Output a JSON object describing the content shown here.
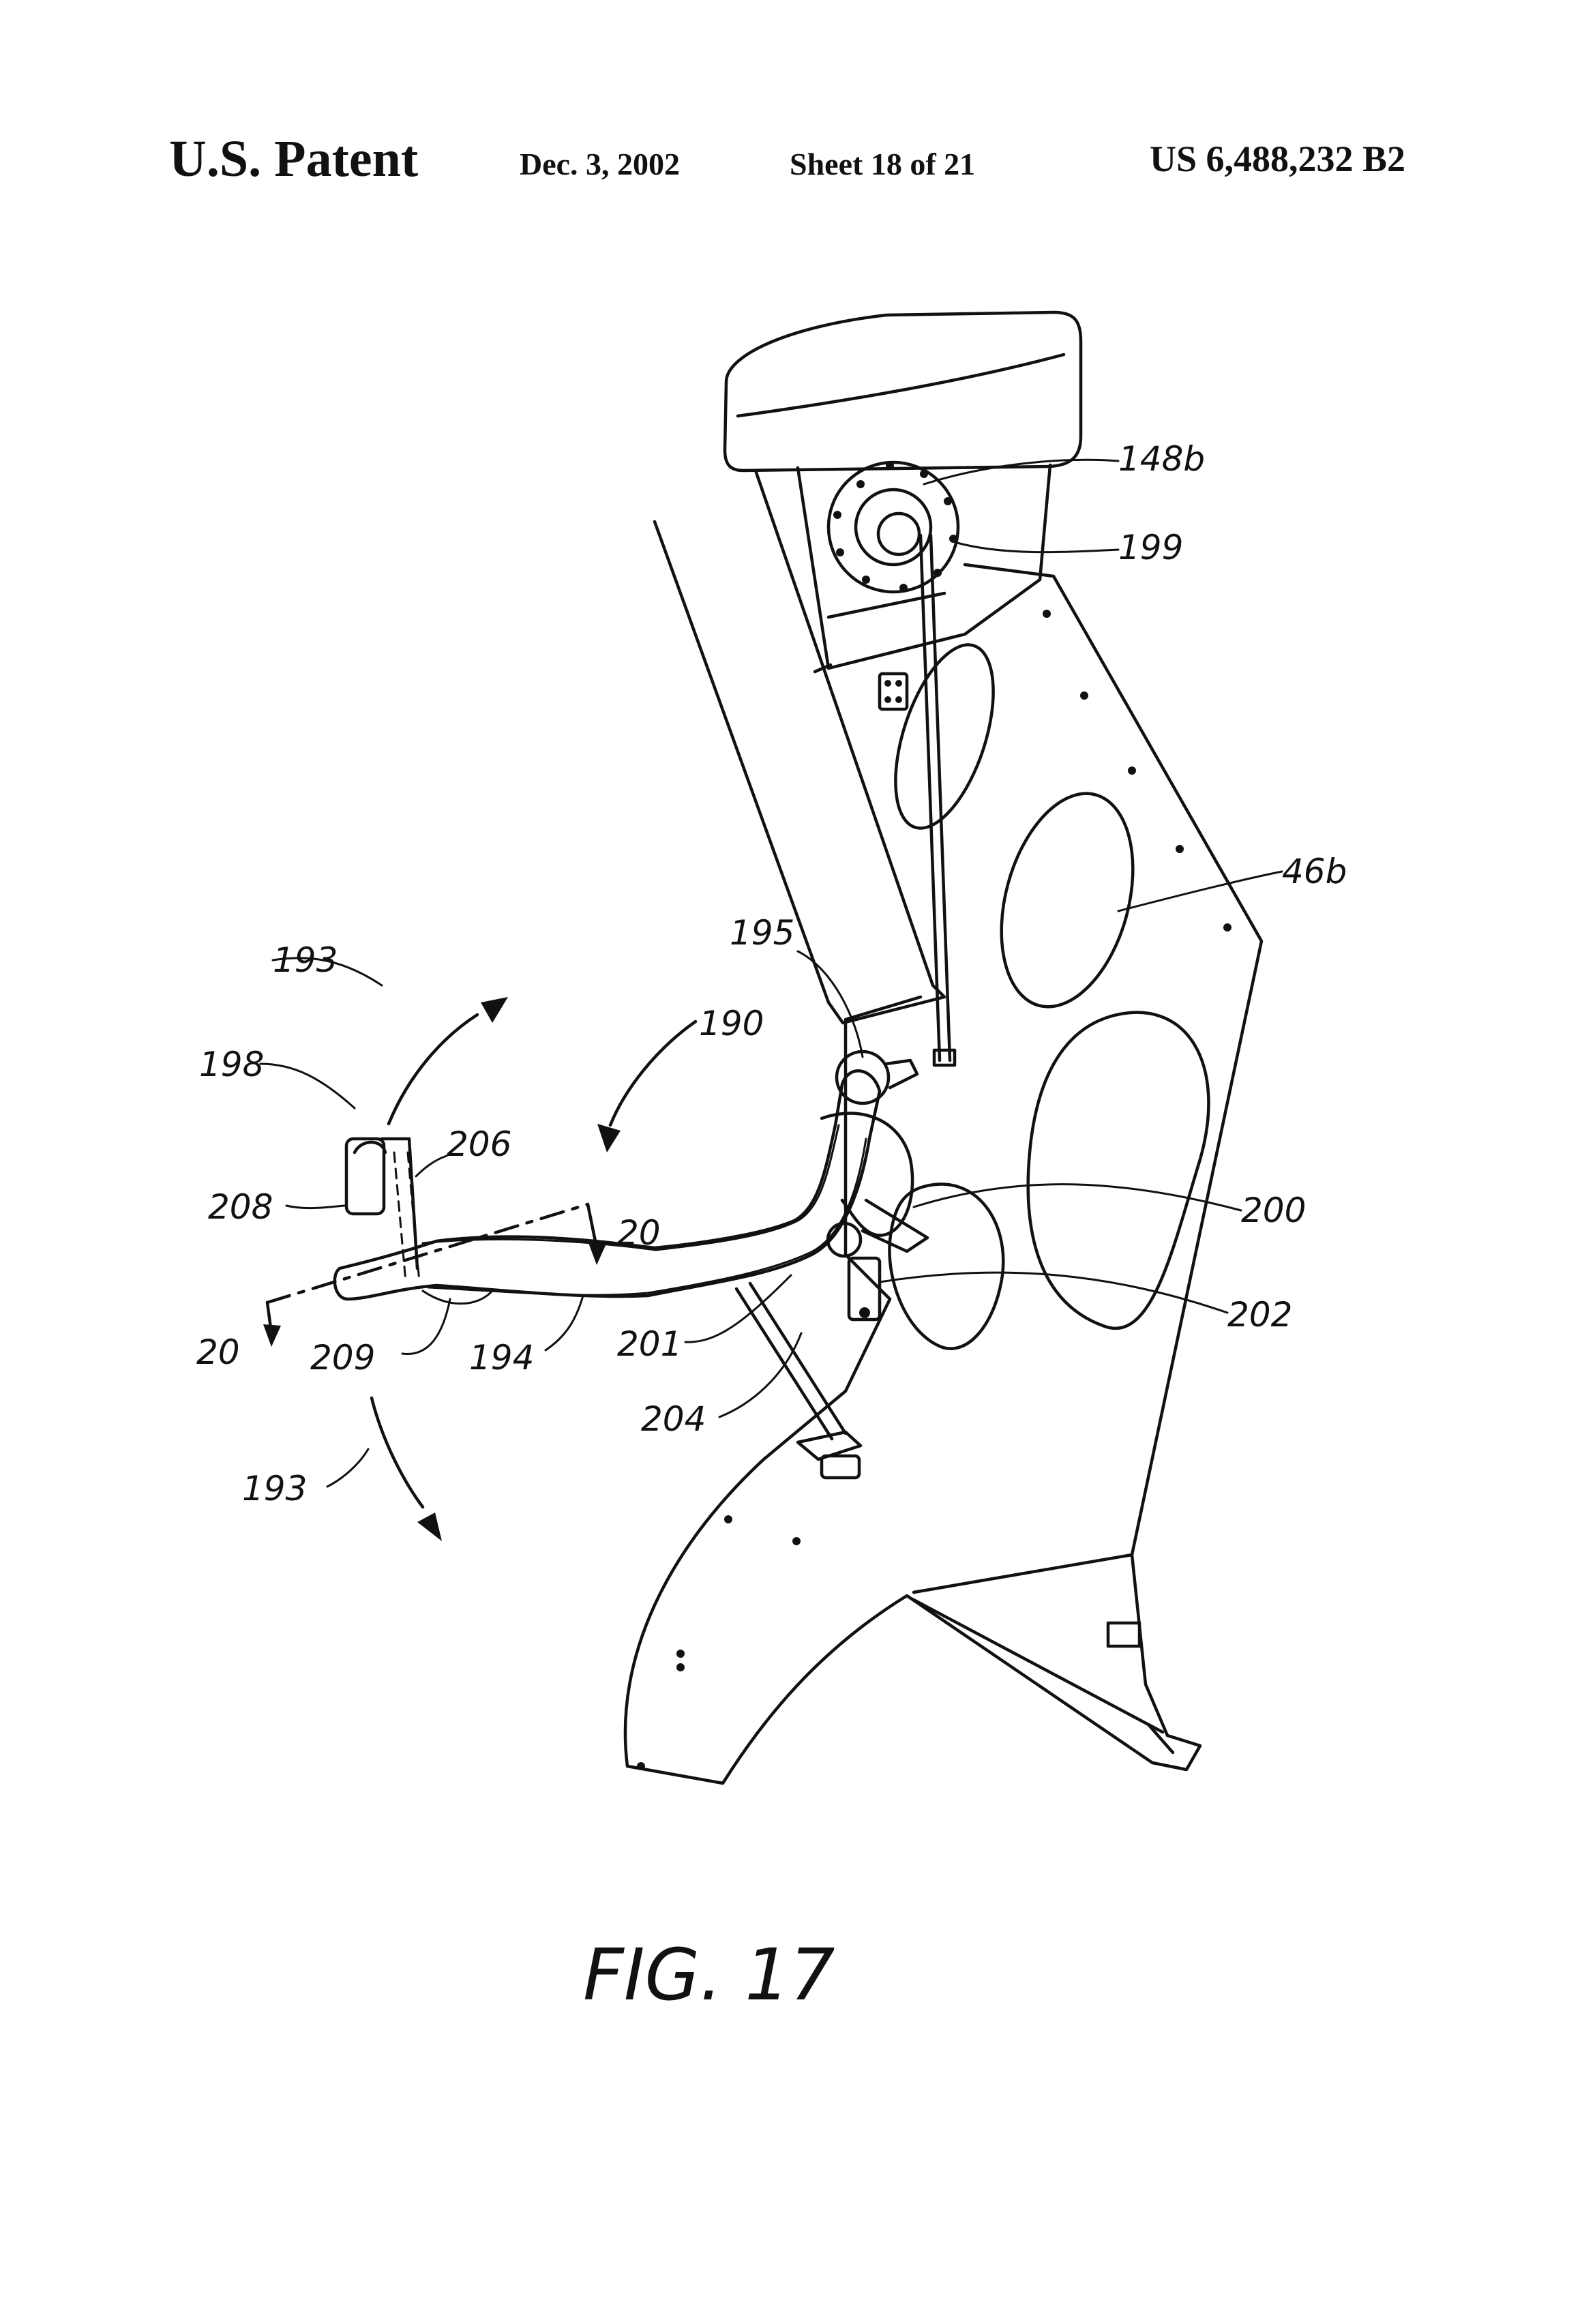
{
  "header": {
    "title": "U.S. Patent",
    "date": "Dec. 3, 2002",
    "sheet": "Sheet 18 of 21",
    "patent_number": "US 6,488,232 B2"
  },
  "figure_label": "FIG. 17",
  "reference_labels": {
    "r148b": "148b",
    "r199": "199",
    "r46b": "46b",
    "r195": "195",
    "r190": "190",
    "r193_top": "193",
    "r198": "198",
    "r206": "206",
    "r208": "208",
    "r20_top": "20",
    "r200": "200",
    "r202": "202",
    "r20_bottom": "20",
    "r209": "209",
    "r194": "194",
    "r201": "201",
    "r204": "204",
    "r193_bottom": "193"
  }
}
